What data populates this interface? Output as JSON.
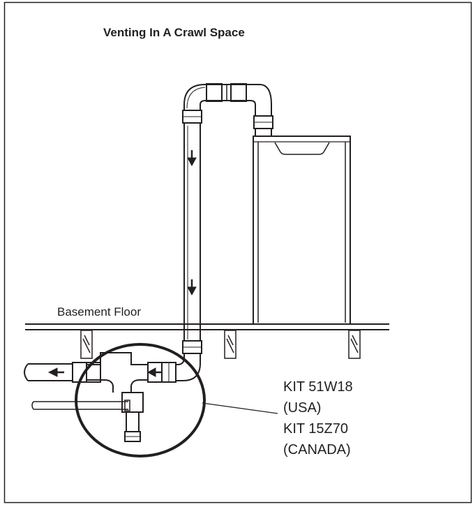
{
  "title": "Venting In A Crawl Space",
  "floor_label": "Basement Floor",
  "kit_labels": [
    "KIT 51W18",
    "(USA)",
    "KIT 15Z70",
    "(CANADA)"
  ],
  "colors": {
    "line": "#231f20",
    "background": "#ffffff"
  },
  "icons": [
    "down-arrow-icon",
    "left-arrow-icon",
    "hatch-support-icon"
  ]
}
